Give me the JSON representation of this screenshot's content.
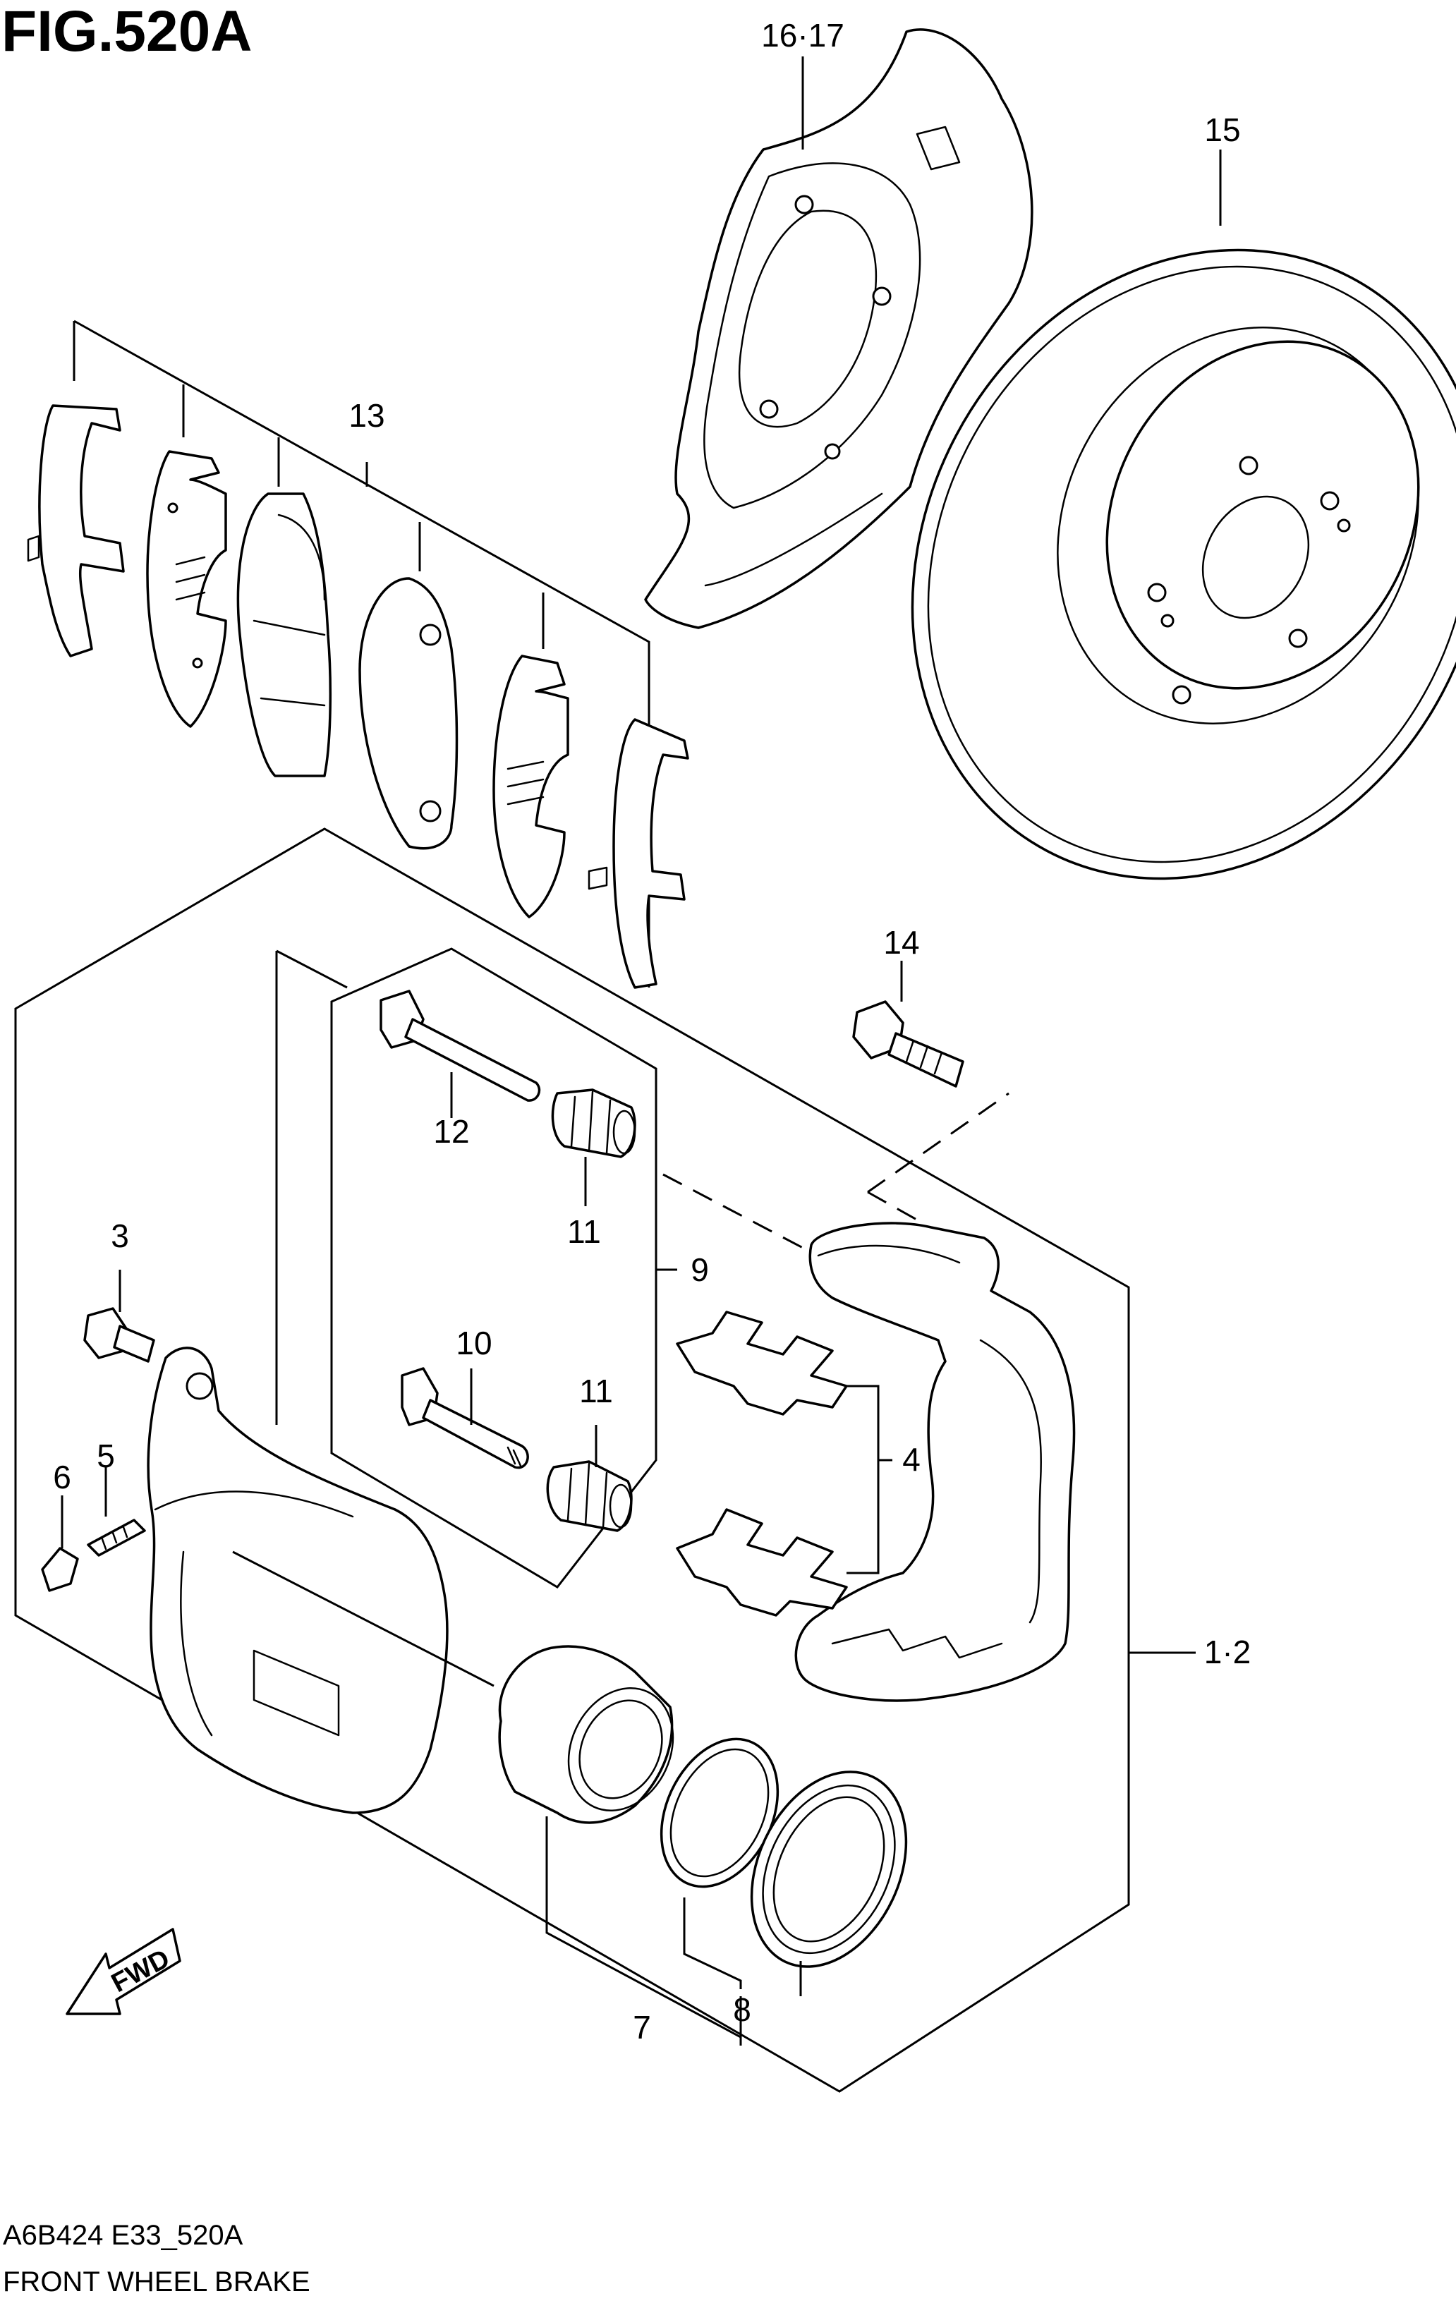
{
  "figure": {
    "title": "FIG.520A",
    "code": "A6B424 E33_520A",
    "caption": "FRONT WHEEL BRAKE"
  },
  "direction_marker": {
    "label": "FWD"
  },
  "callouts": {
    "c1_2": "1·2",
    "c3": "3",
    "c4": "4",
    "c5": "5",
    "c6": "6",
    "c7": "7",
    "c8": "8",
    "c9": "9",
    "c10": "10",
    "c11_upper": "11",
    "c11_lower": "11",
    "c12": "12",
    "c13": "13",
    "c14": "14",
    "c15": "15",
    "c16_17": "16·17"
  },
  "colors": {
    "line": "#000000",
    "background": "#ffffff"
  }
}
